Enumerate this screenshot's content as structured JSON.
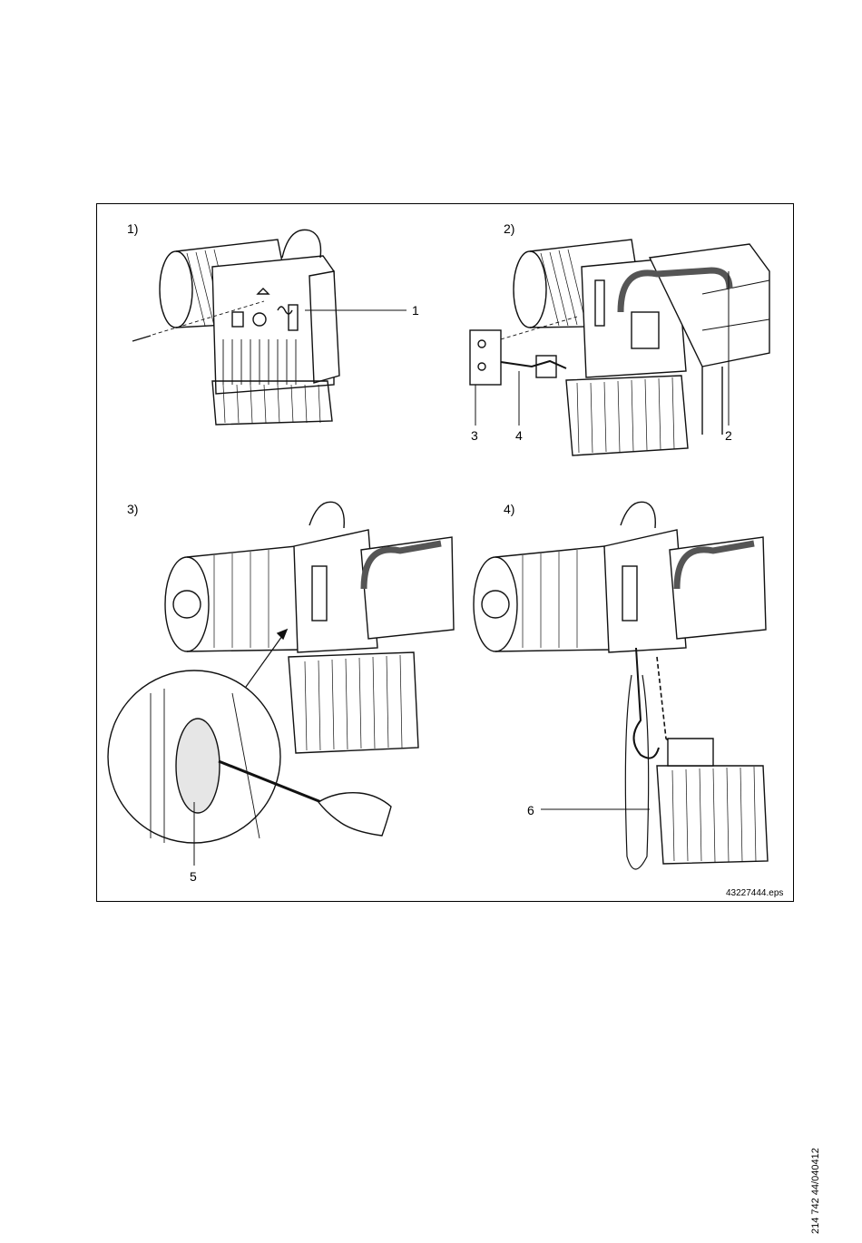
{
  "figure": {
    "steps": [
      "1)",
      "2)",
      "3)",
      "4)"
    ],
    "callouts": [
      "1",
      "2",
      "3",
      "4",
      "5",
      "6"
    ],
    "file_reference": "43227444.eps"
  },
  "document_id": "214 742 44/040412"
}
